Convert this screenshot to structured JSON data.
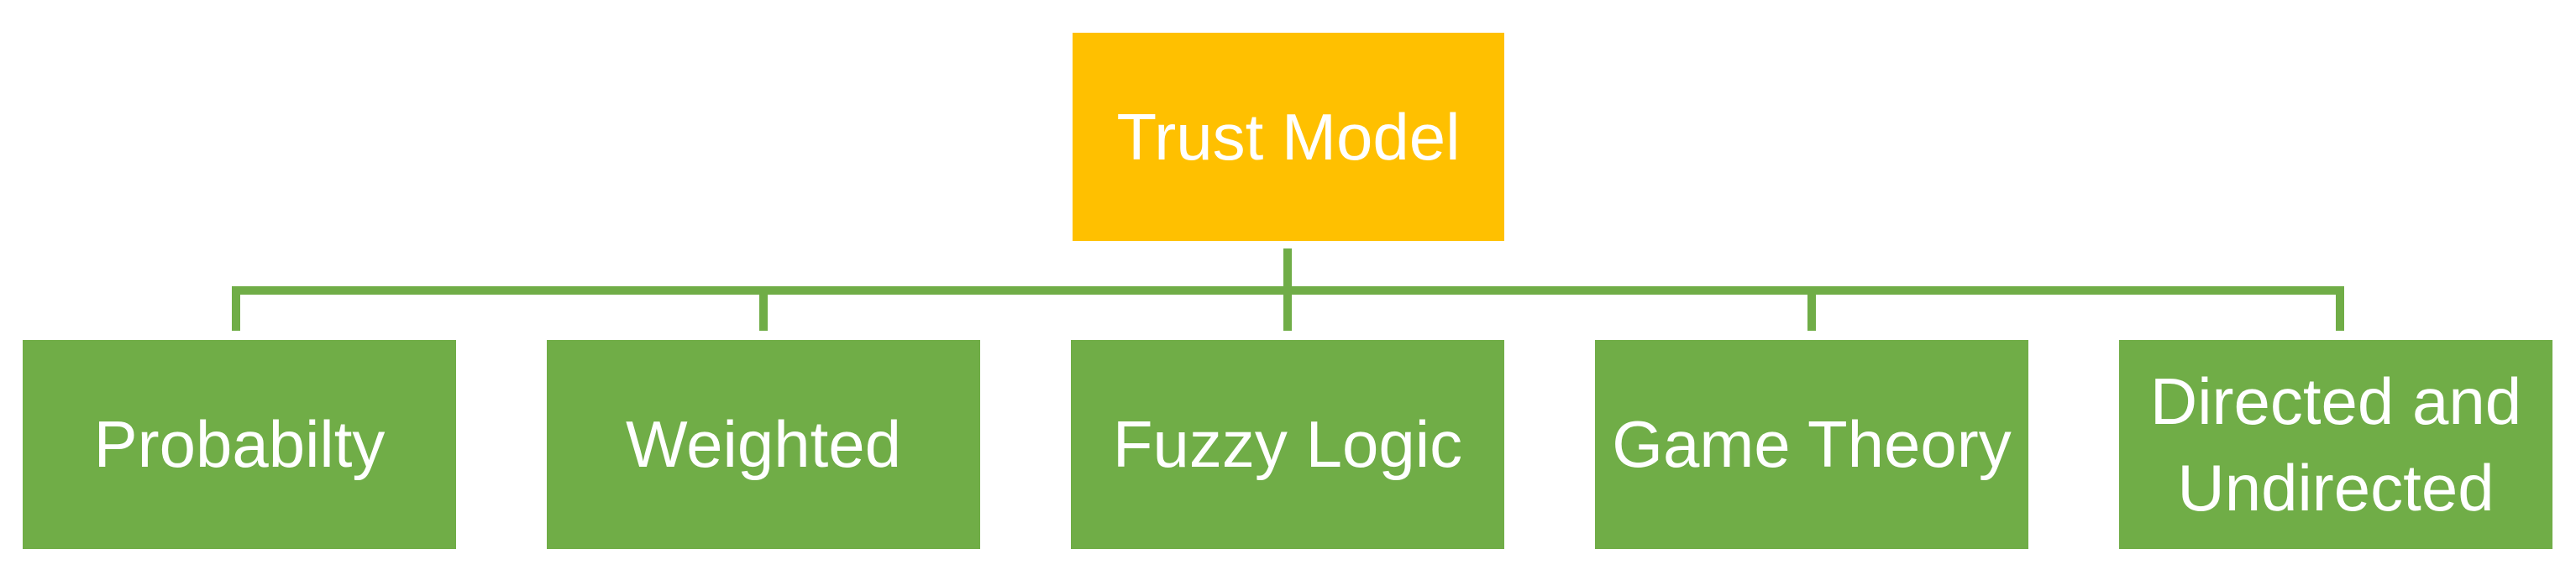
{
  "diagram": {
    "type": "hierarchy-tree",
    "background_color": "#FFFFFF",
    "text_color": "#FFFFFF",
    "connector_color": "#70AD47",
    "root": {
      "label": "Trust Model",
      "fill_color": "#FFC000"
    },
    "children": [
      {
        "label": "Probabilty"
      },
      {
        "label": "Weighted"
      },
      {
        "label": "Fuzzy Logic"
      },
      {
        "label": "Game Theory"
      },
      {
        "label": "Directed and Undirected"
      }
    ],
    "child_fill_color": "#70AD47"
  }
}
